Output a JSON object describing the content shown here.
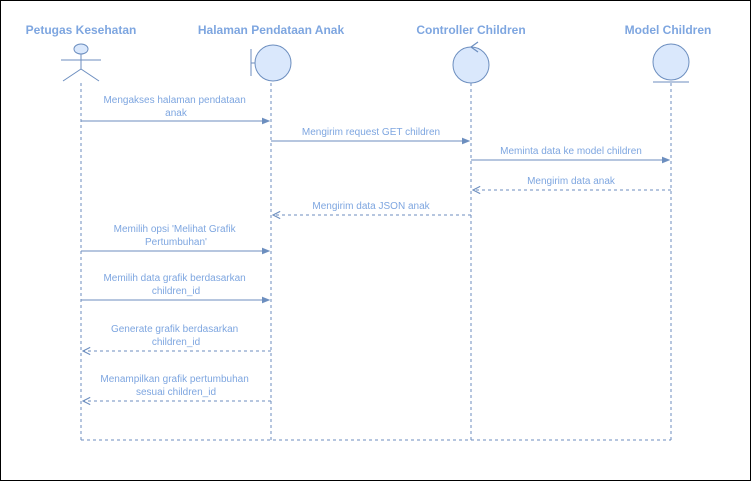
{
  "colors": {
    "stroke": "#6c8ebf",
    "fill": "#dae8fc",
    "text": "#7ea6e0"
  },
  "participants": [
    {
      "id": "petugas",
      "label": "Petugas Kesehatan",
      "kind": "actor"
    },
    {
      "id": "halaman",
      "label": "Halaman Pendataan Anak",
      "kind": "boundary"
    },
    {
      "id": "controller",
      "label": "Controller Children",
      "kind": "control"
    },
    {
      "id": "model",
      "label": "Model Children",
      "kind": "entity"
    }
  ],
  "messages": [
    {
      "from": "petugas",
      "to": "halaman",
      "type": "sync",
      "lines": [
        "Mengakses halaman pendataan",
        "anak"
      ]
    },
    {
      "from": "halaman",
      "to": "controller",
      "type": "sync",
      "lines": [
        "Mengirim request GET children"
      ]
    },
    {
      "from": "controller",
      "to": "model",
      "type": "sync",
      "lines": [
        "Meminta data ke model children"
      ]
    },
    {
      "from": "model",
      "to": "controller",
      "type": "return",
      "lines": [
        "Mengirim data anak"
      ]
    },
    {
      "from": "controller",
      "to": "halaman",
      "type": "return",
      "lines": [
        "Mengirim data JSON anak"
      ]
    },
    {
      "from": "petugas",
      "to": "halaman",
      "type": "sync",
      "lines": [
        "Memilih opsi 'Melihat Grafik",
        "Pertumbuhan'"
      ]
    },
    {
      "from": "petugas",
      "to": "halaman",
      "type": "sync",
      "lines": [
        "Memilih data grafik berdasarkan",
        "children_id"
      ]
    },
    {
      "from": "halaman",
      "to": "petugas",
      "type": "return",
      "lines": [
        "Generate grafik berdasarkan",
        "children_id"
      ]
    },
    {
      "from": "halaman",
      "to": "petugas",
      "type": "return",
      "lines": [
        "Menampilkan grafik pertumbuhan",
        "sesuai children_id"
      ]
    }
  ]
}
